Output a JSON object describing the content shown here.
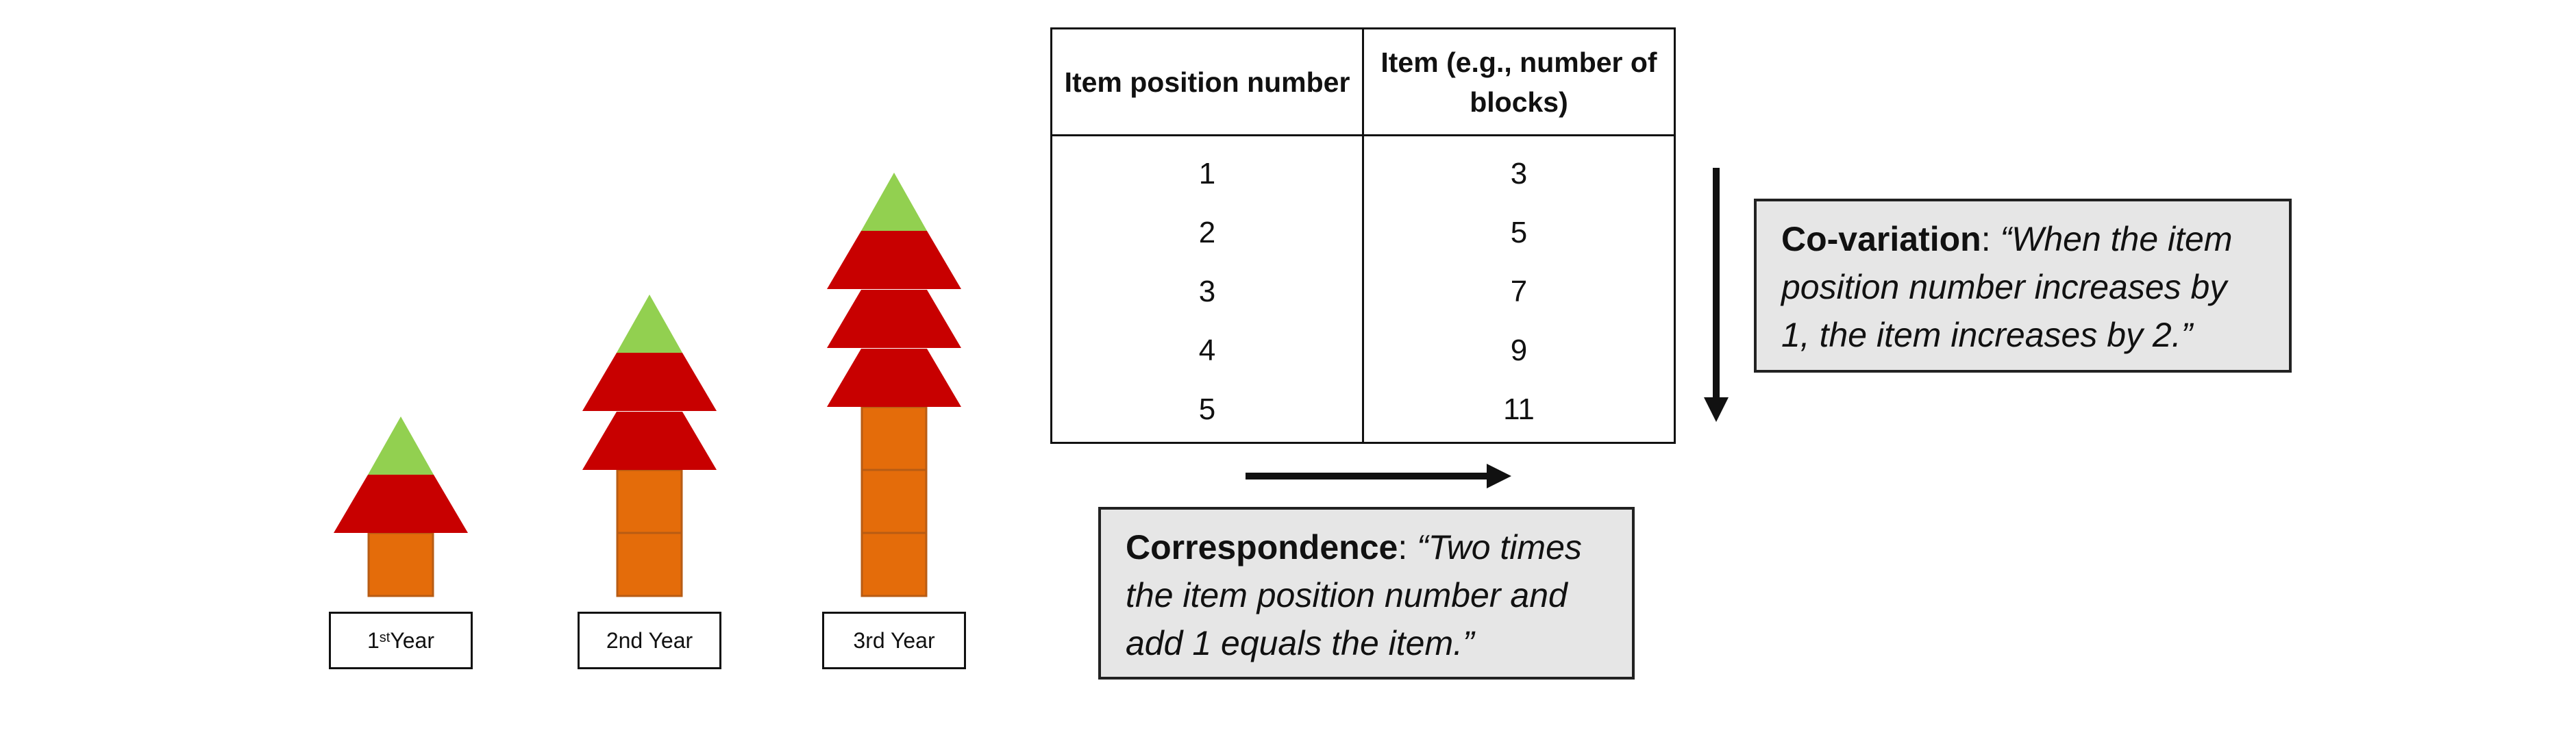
{
  "trees": [
    {
      "label_main": "1",
      "label_sup": "st",
      "label_rest": " Year",
      "blocks": 1,
      "layers": 1
    },
    {
      "label_main": "2nd Year",
      "label_sup": "",
      "label_rest": "",
      "blocks": 2,
      "layers": 2
    },
    {
      "label_main": "3rd Year",
      "label_sup": "",
      "label_rest": "",
      "blocks": 3,
      "layers": 3
    }
  ],
  "colors": {
    "trunk": "#e46c0a",
    "trunk_stroke": "#b85c14",
    "layer": "#c80000",
    "tip": "#92d050"
  },
  "table": {
    "header_col1": "Item position number",
    "header_col2": "Item (e.g., number of blocks)",
    "rows": [
      {
        "position": "1",
        "item": "3"
      },
      {
        "position": "2",
        "item": "5"
      },
      {
        "position": "3",
        "item": "7"
      },
      {
        "position": "4",
        "item": "9"
      },
      {
        "position": "5",
        "item": "11"
      }
    ]
  },
  "covariation": {
    "term": "Co-variation",
    "separator": ": ",
    "quote": "“When the item position number increases by 1, the item increases by 2.”"
  },
  "correspondence": {
    "term": "Correspondence",
    "separator": ": ",
    "quote": "“Two times the item position number and add 1 equals the item.”"
  }
}
